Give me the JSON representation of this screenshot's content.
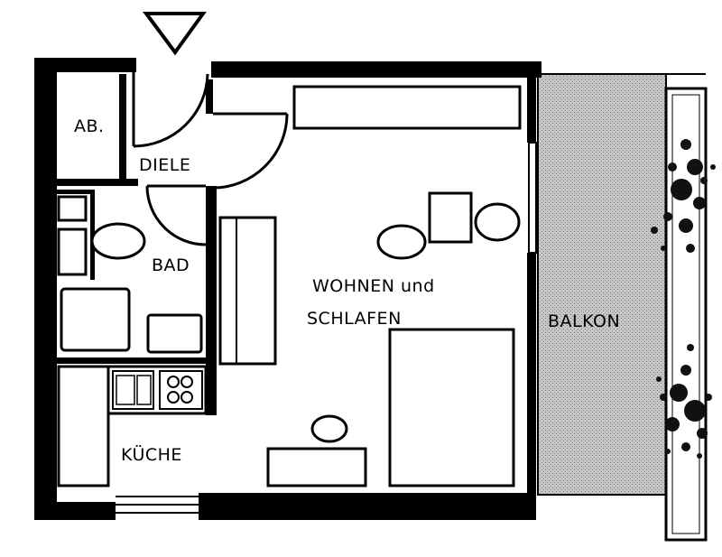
{
  "floorplan": {
    "rooms": {
      "abstellraum": "AB.",
      "diele": "DIELE",
      "bad": "BAD",
      "wohnen_line1": "WOHNEN und",
      "wohnen_line2": "SCHLAFEN",
      "balkon": "BALKON",
      "kueche": "KÜCHE"
    },
    "entrance_icon": "triangle-down-icon",
    "colors": {
      "wall": "#000000",
      "balcony_fill": "#b4b4b4",
      "background": "#ffffff"
    }
  }
}
